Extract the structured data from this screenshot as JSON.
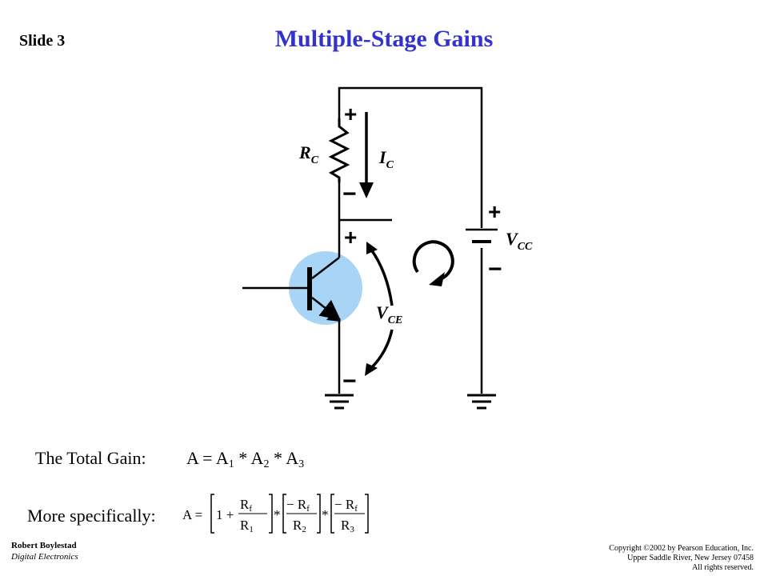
{
  "slide": {
    "number_label": "Slide 3",
    "title": "Multiple-Stage Gains"
  },
  "circuit": {
    "rc_label": "R",
    "rc_sub": "C",
    "ic_label": "I",
    "ic_sub": "C",
    "vcc_label": "V",
    "vcc_sub": "CC",
    "vce_label": "V",
    "vce_sub": "CE",
    "plus": "+",
    "minus": "−",
    "highlight_color": "#a8d4f5"
  },
  "total_gain": {
    "label": "The Total Gain:",
    "equation": {
      "lhs": "A = A",
      "s1": "1",
      "op1": " * A",
      "s2": "2",
      "op2": " * A",
      "s3": "3"
    }
  },
  "specific": {
    "label": "More specifically:",
    "formula": {
      "lhs": "A =",
      "one_plus": "1 +",
      "rf_num": "R",
      "rf_num_sub": "f",
      "r1_den": "R",
      "r1_den_sub": "1",
      "times": "*",
      "neg_rf": "− R",
      "neg_rf_sub": "f",
      "r2_den": "R",
      "r2_den_sub": "2",
      "r3_den": "R",
      "r3_den_sub": "3"
    }
  },
  "footer": {
    "author": "Robert Boylestad",
    "course": "Digital Electronics",
    "copyright_line1": "Copyright ©2002 by Pearson Education, Inc.",
    "copyright_line2": "Upper Saddle River, New Jersey 07458",
    "copyright_line3": "All rights reserved."
  }
}
